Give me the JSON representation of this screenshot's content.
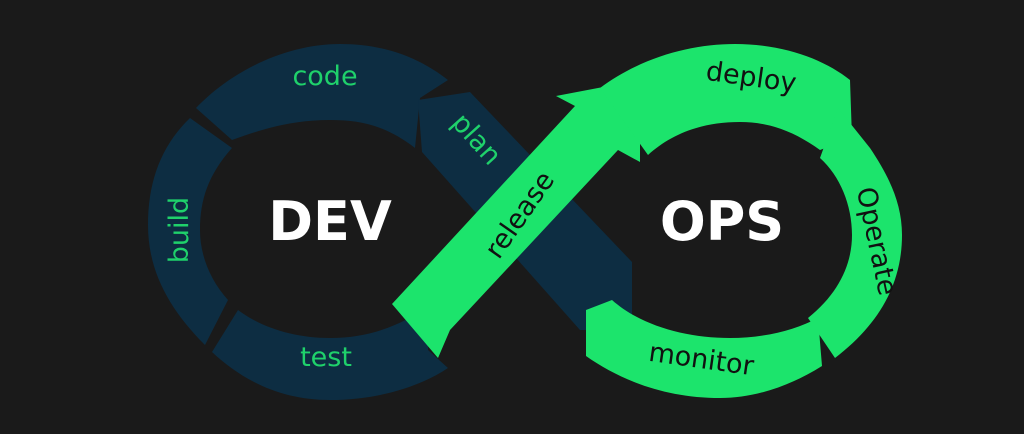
{
  "diagram": {
    "colors": {
      "background": "#1a1a1a",
      "dev_segment": "#0d2d42",
      "ops_segment": "#1ce46c",
      "dev_label": "#1fd16b",
      "ops_label": "#111111",
      "center_label": "#ffffff"
    },
    "dev_loop": {
      "center_label": "DEV",
      "stages": {
        "code": "code",
        "build": "build",
        "test": "test",
        "plan": "plan"
      }
    },
    "ops_loop": {
      "center_label": "OPS",
      "stages": {
        "release": "release",
        "deploy": "deploy",
        "operate": "Operate",
        "monitor": "monitor"
      }
    }
  }
}
